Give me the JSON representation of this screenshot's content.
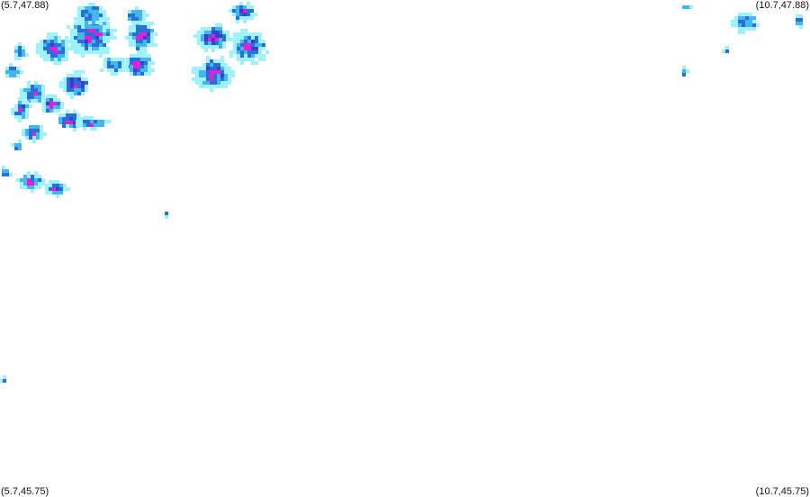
{
  "map": {
    "type": "precipitation radar overlay",
    "corners": {
      "top_left": "(5.7,47.88)",
      "top_right": "(10.7,47.88)",
      "bottom_left": "(5.7,45.75)",
      "bottom_right": "(10.7,45.75)"
    },
    "intensity_colors": {
      "light": "#9ef2fa",
      "moderate": "#45b6ea",
      "strong": "#2a6fd6",
      "heavy": "#3a3fd0",
      "very_heavy": "#e61fd6"
    }
  }
}
